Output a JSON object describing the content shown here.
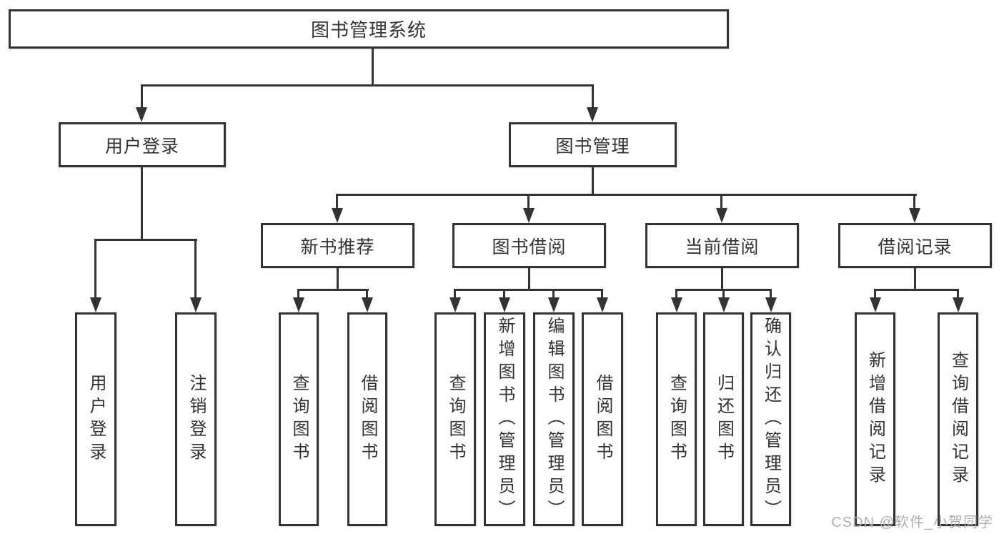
{
  "diagram": {
    "type": "function-structure-tree",
    "nodes": {
      "root": {
        "id": "library-management-system",
        "label": "图书管理系统"
      },
      "level2": [
        {
          "id": "user-login",
          "label": "用户登录",
          "parent": "library-management-system"
        },
        {
          "id": "book-management",
          "label": "图书管理",
          "parent": "library-management-system"
        }
      ],
      "level3": [
        {
          "id": "new-book-recommend",
          "label": "新书推荐",
          "parent": "book-management"
        },
        {
          "id": "book-borrowing",
          "label": "图书借阅",
          "parent": "book-management"
        },
        {
          "id": "current-borrowing",
          "label": "当前借阅",
          "parent": "book-management"
        },
        {
          "id": "borrow-records",
          "label": "借阅记录",
          "parent": "book-management"
        }
      ],
      "leaves": [
        {
          "id": "user-login-leaf",
          "label": "用户登录",
          "parent": "user-login"
        },
        {
          "id": "logout-leaf",
          "label": "注销登录",
          "parent": "user-login"
        },
        {
          "id": "query-books-1",
          "label": "查询图书",
          "parent": "new-book-recommend"
        },
        {
          "id": "borrow-book-1",
          "label": "借阅图书",
          "parent": "new-book-recommend"
        },
        {
          "id": "query-books-2",
          "label": "查询图书",
          "parent": "book-borrowing"
        },
        {
          "id": "add-book-admin",
          "label": "新增图书（管理员）",
          "parent": "book-borrowing"
        },
        {
          "id": "edit-book-admin",
          "label": "编辑图书（管理员）",
          "parent": "book-borrowing"
        },
        {
          "id": "borrow-book-2",
          "label": "借阅图书",
          "parent": "book-borrowing"
        },
        {
          "id": "query-books-3",
          "label": "查询图书",
          "parent": "current-borrowing"
        },
        {
          "id": "return-book",
          "label": "归还图书",
          "parent": "current-borrowing"
        },
        {
          "id": "confirm-return-admin",
          "label": "确认归还（管理员）",
          "parent": "current-borrowing"
        },
        {
          "id": "add-borrow-record",
          "label": "新增借阅记录",
          "parent": "borrow-records"
        },
        {
          "id": "query-borrow-record",
          "label": "查询借阅记录",
          "parent": "borrow-records"
        }
      ]
    },
    "colors": {
      "line": "#333333",
      "text": "#333333",
      "background": "#ffffff",
      "watermark": "#b0b0b0"
    }
  },
  "watermark": {
    "text": "CSDN @软件_小贺同学"
  }
}
